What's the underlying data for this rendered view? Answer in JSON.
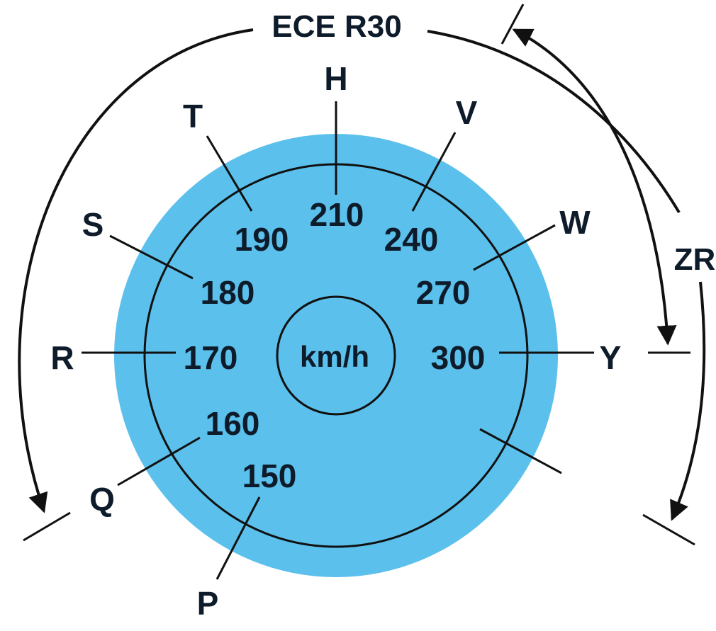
{
  "colors": {
    "disc": "#5bc0eb",
    "ink": "#111111",
    "text": "#0d1b2a"
  },
  "center_label": "km/h",
  "standards": {
    "ece": "ECE R30",
    "zr": "ZR"
  },
  "speed_ratings": [
    {
      "letter": "P",
      "speed": "150"
    },
    {
      "letter": "Q",
      "speed": "160"
    },
    {
      "letter": "R",
      "speed": "170"
    },
    {
      "letter": "S",
      "speed": "180"
    },
    {
      "letter": "T",
      "speed": "190"
    },
    {
      "letter": "H",
      "speed": "210"
    },
    {
      "letter": "V",
      "speed": "240"
    },
    {
      "letter": "W",
      "speed": "270"
    },
    {
      "letter": "Y",
      "speed": "300"
    }
  ]
}
